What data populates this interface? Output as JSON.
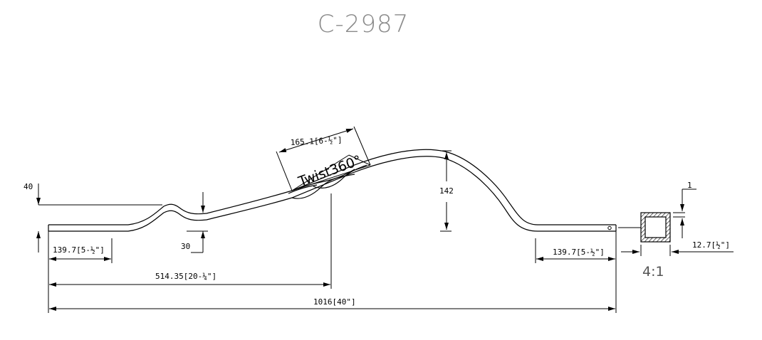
{
  "drawing": {
    "part_number": "C-2987",
    "twist_label": "Twist360°",
    "scale": "4:1"
  },
  "dimensions": {
    "overall_length": "1016[40\"]",
    "twist_center": "514.35[20-¼\"]",
    "left_straight": "139.7[5-½\"]",
    "right_straight": "139.7[5-½\"]",
    "twist_length": "165.1[6-½\"]",
    "rise_height": "142",
    "left_offset": "40",
    "dip_depth": "30",
    "bar_size": "12.7[½\"]",
    "wall_thickness": "1"
  }
}
